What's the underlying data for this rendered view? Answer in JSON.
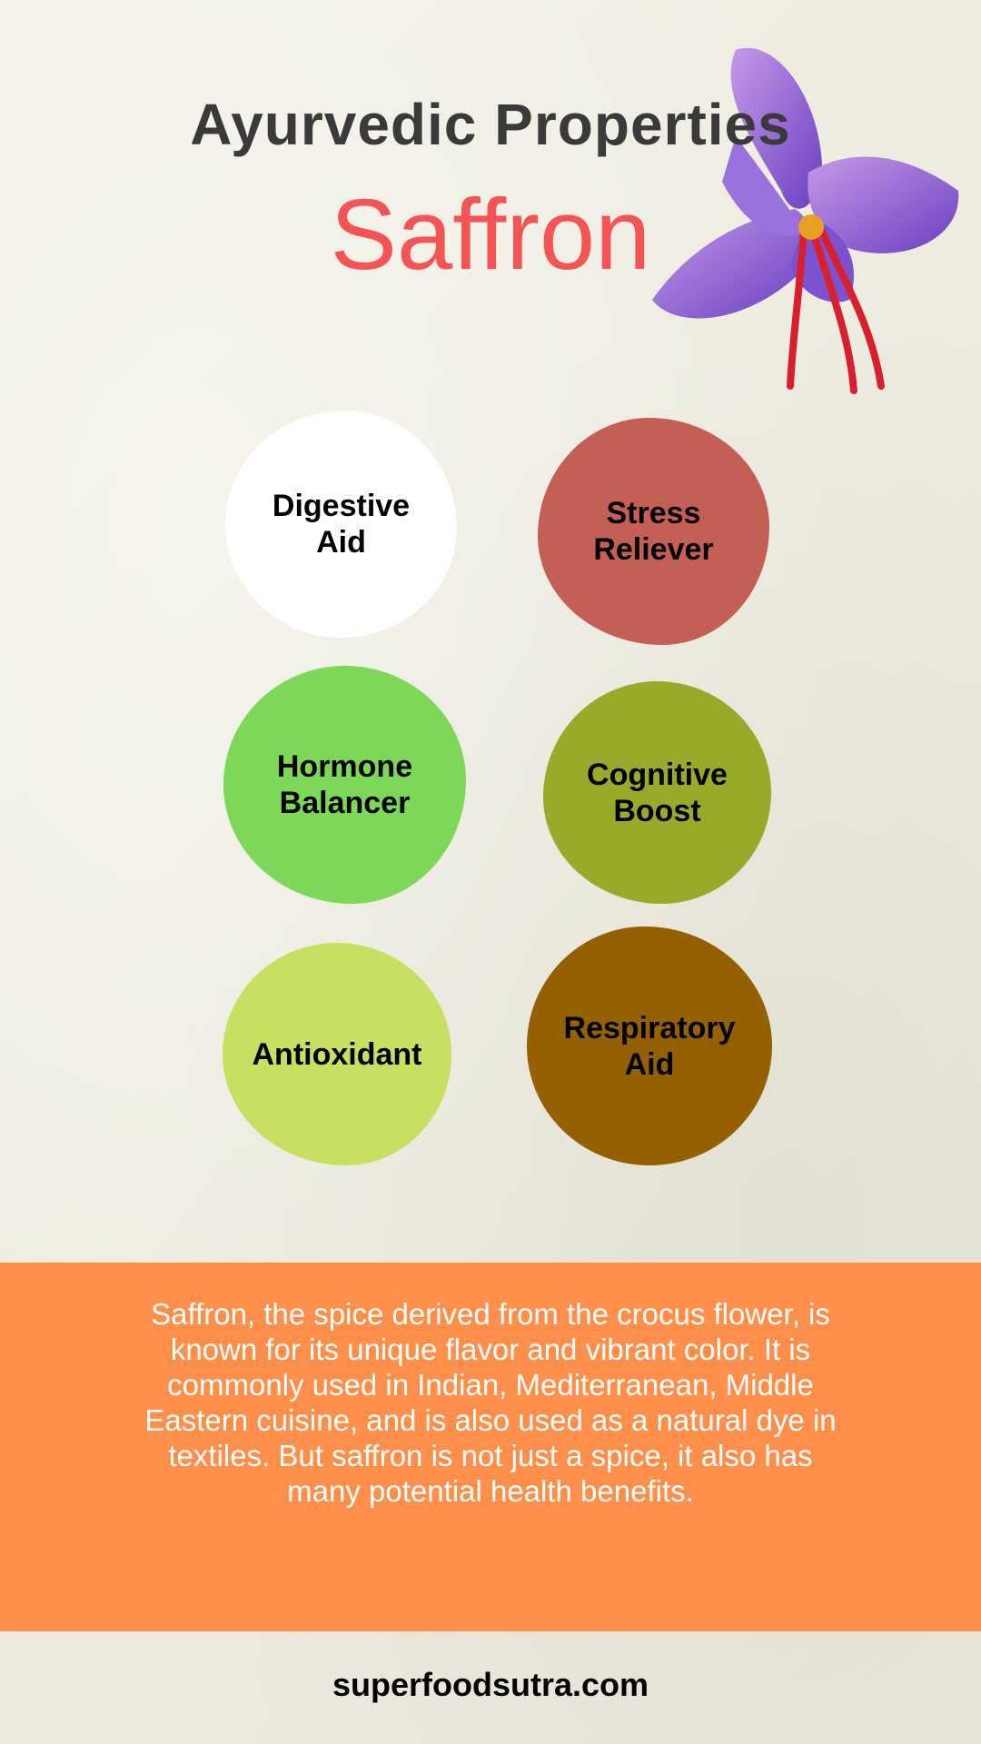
{
  "header": {
    "title": "Ayurvedic Properties",
    "subtitle": "Saffron"
  },
  "properties": [
    {
      "label": "Digestive\nAid",
      "color": "#ffffff"
    },
    {
      "label": "Stress\nReliever",
      "color": "#c45f55"
    },
    {
      "label": "Hormone\nBalancer",
      "color": "#7dd85a"
    },
    {
      "label": "Cognitive\nBoost",
      "color": "#99a92a"
    },
    {
      "label": "Antioxidant",
      "color": "#c8e062"
    },
    {
      "label": "Respiratory\nAid",
      "color": "#956000"
    }
  ],
  "description": "Saffron, the spice derived from the crocus flower, is known for its unique flavor and vibrant color. It is commonly used in Indian, Mediterranean, Middle Eastern cuisine, and is also used as a natural dye in textiles. But saffron is not just a spice, it also has many potential health benefits.",
  "footer": "superfoodsutra.com",
  "colors": {
    "accent": "#f45454",
    "band": "#ff8f4a"
  }
}
